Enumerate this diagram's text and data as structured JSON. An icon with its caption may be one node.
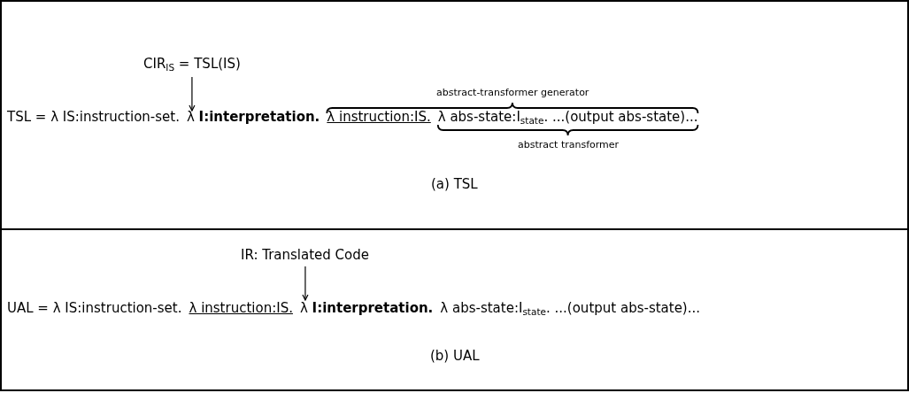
{
  "diagram": {
    "nodes": [
      {
        "text": [
          "(a) TSL"
        ]
      },
      {
        "text": [
          "CIR$_{IS}$ = TSL(IS)"
        ],
        "in": 0
      },
      {
        "text": [
          "λ **I:interpretation.**"
        ],
        "in": 0
      },
      {
        "text": [
          "(b) UAL"
        ]
      },
      {
        "text": [
          "IR: Translated Code"
        ],
        "in": 3
      },
      {
        "text": [
          "λ **I:interpretation.**"
        ],
        "in": 3
      }
    ],
    "edges": [
      {
        "from": 1,
        "to": 2,
        "arrow": "to"
      },
      {
        "from": 4,
        "to": 5,
        "arrow": "to"
      }
    ],
    "labels": [
      "TSL = λ IS:instruction-set.",
      "λ instruction:IS.",
      "λ abs-state:I$_{state}$. ...(output abs-state)...",
      "abstract-transformer generator",
      "abstract transformer",
      "UAL = λ IS:instruction-set.",
      "λ instruction:IS.",
      "λ abs-state:I$_{state}$. ...(output abs-state)..."
    ]
  }
}
